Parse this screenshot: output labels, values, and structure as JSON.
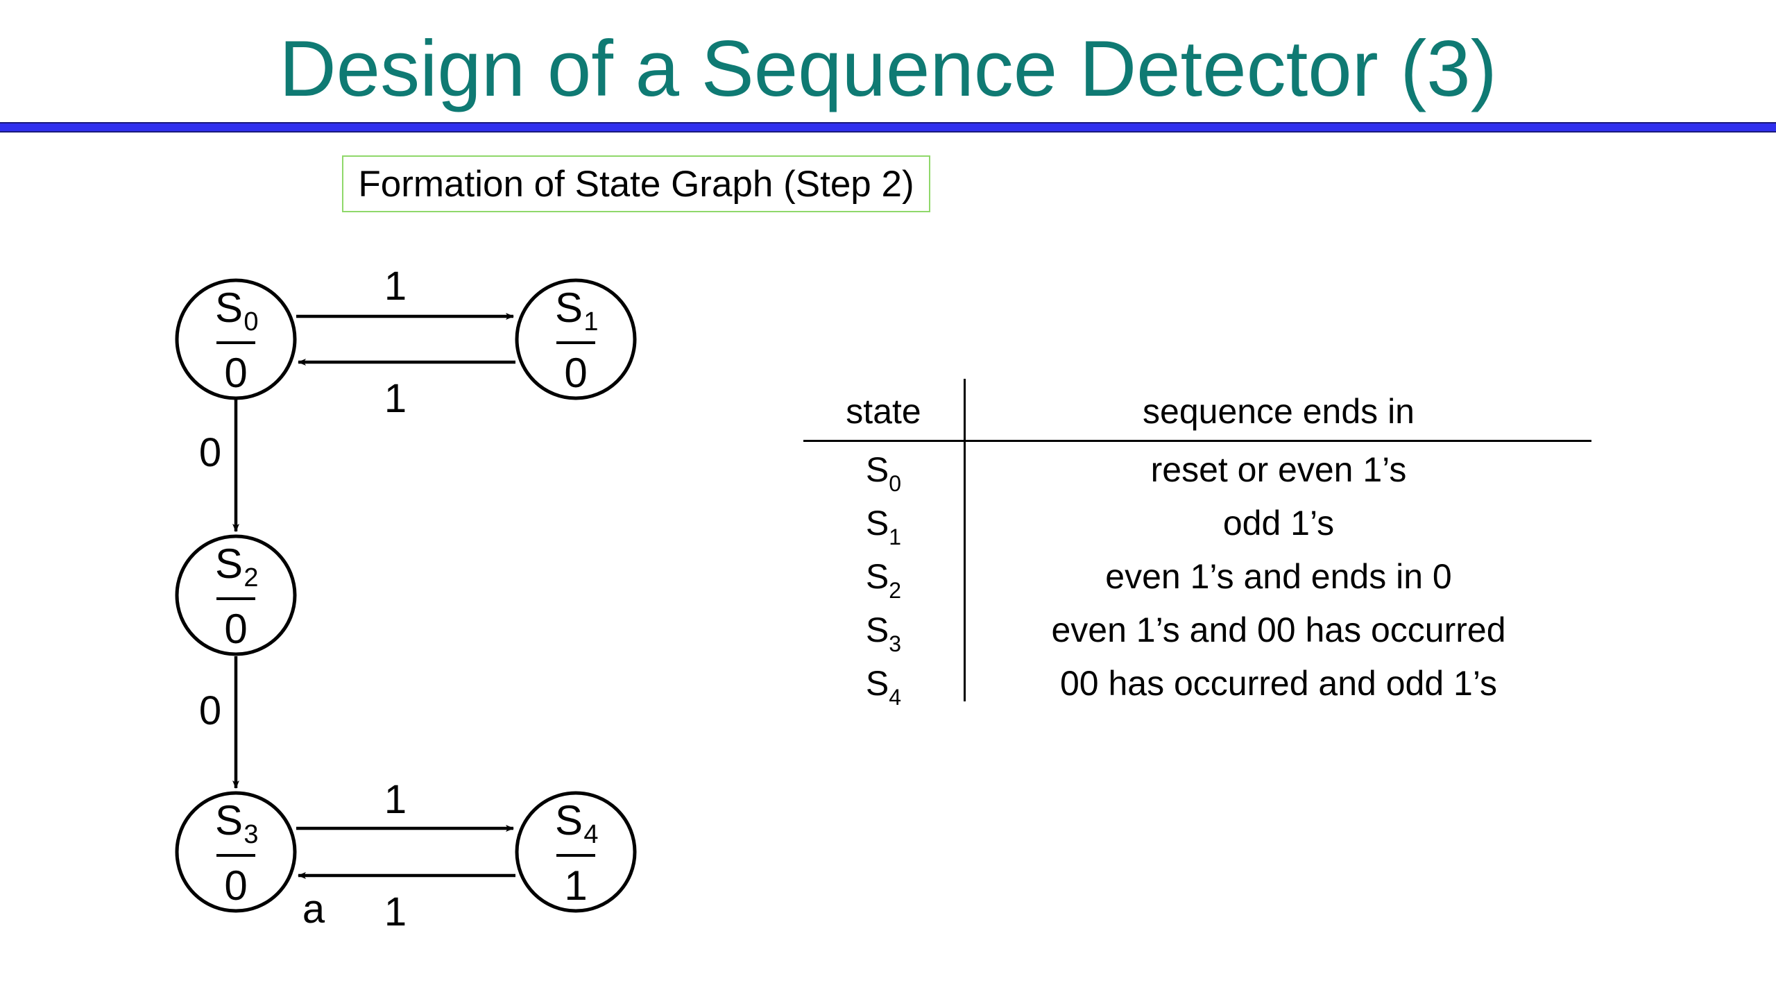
{
  "slide": {
    "title": "Design of a Sequence Detector (3)",
    "subtitle": "Formation of State Graph (Step 2)"
  },
  "graph": {
    "states": [
      {
        "id": "S0",
        "letter": "S",
        "sub": "0",
        "output": "0"
      },
      {
        "id": "S1",
        "letter": "S",
        "sub": "1",
        "output": "0"
      },
      {
        "id": "S2",
        "letter": "S",
        "sub": "2",
        "output": "0"
      },
      {
        "id": "S3",
        "letter": "S",
        "sub": "3",
        "output": "0"
      },
      {
        "id": "S4",
        "letter": "S",
        "sub": "4",
        "output": "1"
      }
    ],
    "transitions": [
      {
        "from": "S0",
        "to": "S1",
        "label": "1"
      },
      {
        "from": "S1",
        "to": "S0",
        "label": "1"
      },
      {
        "from": "S0",
        "to": "S2",
        "label": "0"
      },
      {
        "from": "S2",
        "to": "S3",
        "label": "0"
      },
      {
        "from": "S3",
        "to": "S4",
        "label": "1"
      },
      {
        "from": "S4",
        "to": "S3",
        "label": "1"
      }
    ],
    "annotation": "a"
  },
  "table": {
    "headers": [
      "state",
      "sequence ends in"
    ],
    "rows": [
      {
        "letter": "S",
        "sub": "0",
        "desc": "reset or even 1’s"
      },
      {
        "letter": "S",
        "sub": "1",
        "desc": "odd 1’s"
      },
      {
        "letter": "S",
        "sub": "2",
        "desc": "even 1’s and ends in 0"
      },
      {
        "letter": "S",
        "sub": "3",
        "desc": "even 1’s and 00 has occurred"
      },
      {
        "letter": "S",
        "sub": "4",
        "desc": "00 has occurred and odd 1’s"
      }
    ]
  }
}
